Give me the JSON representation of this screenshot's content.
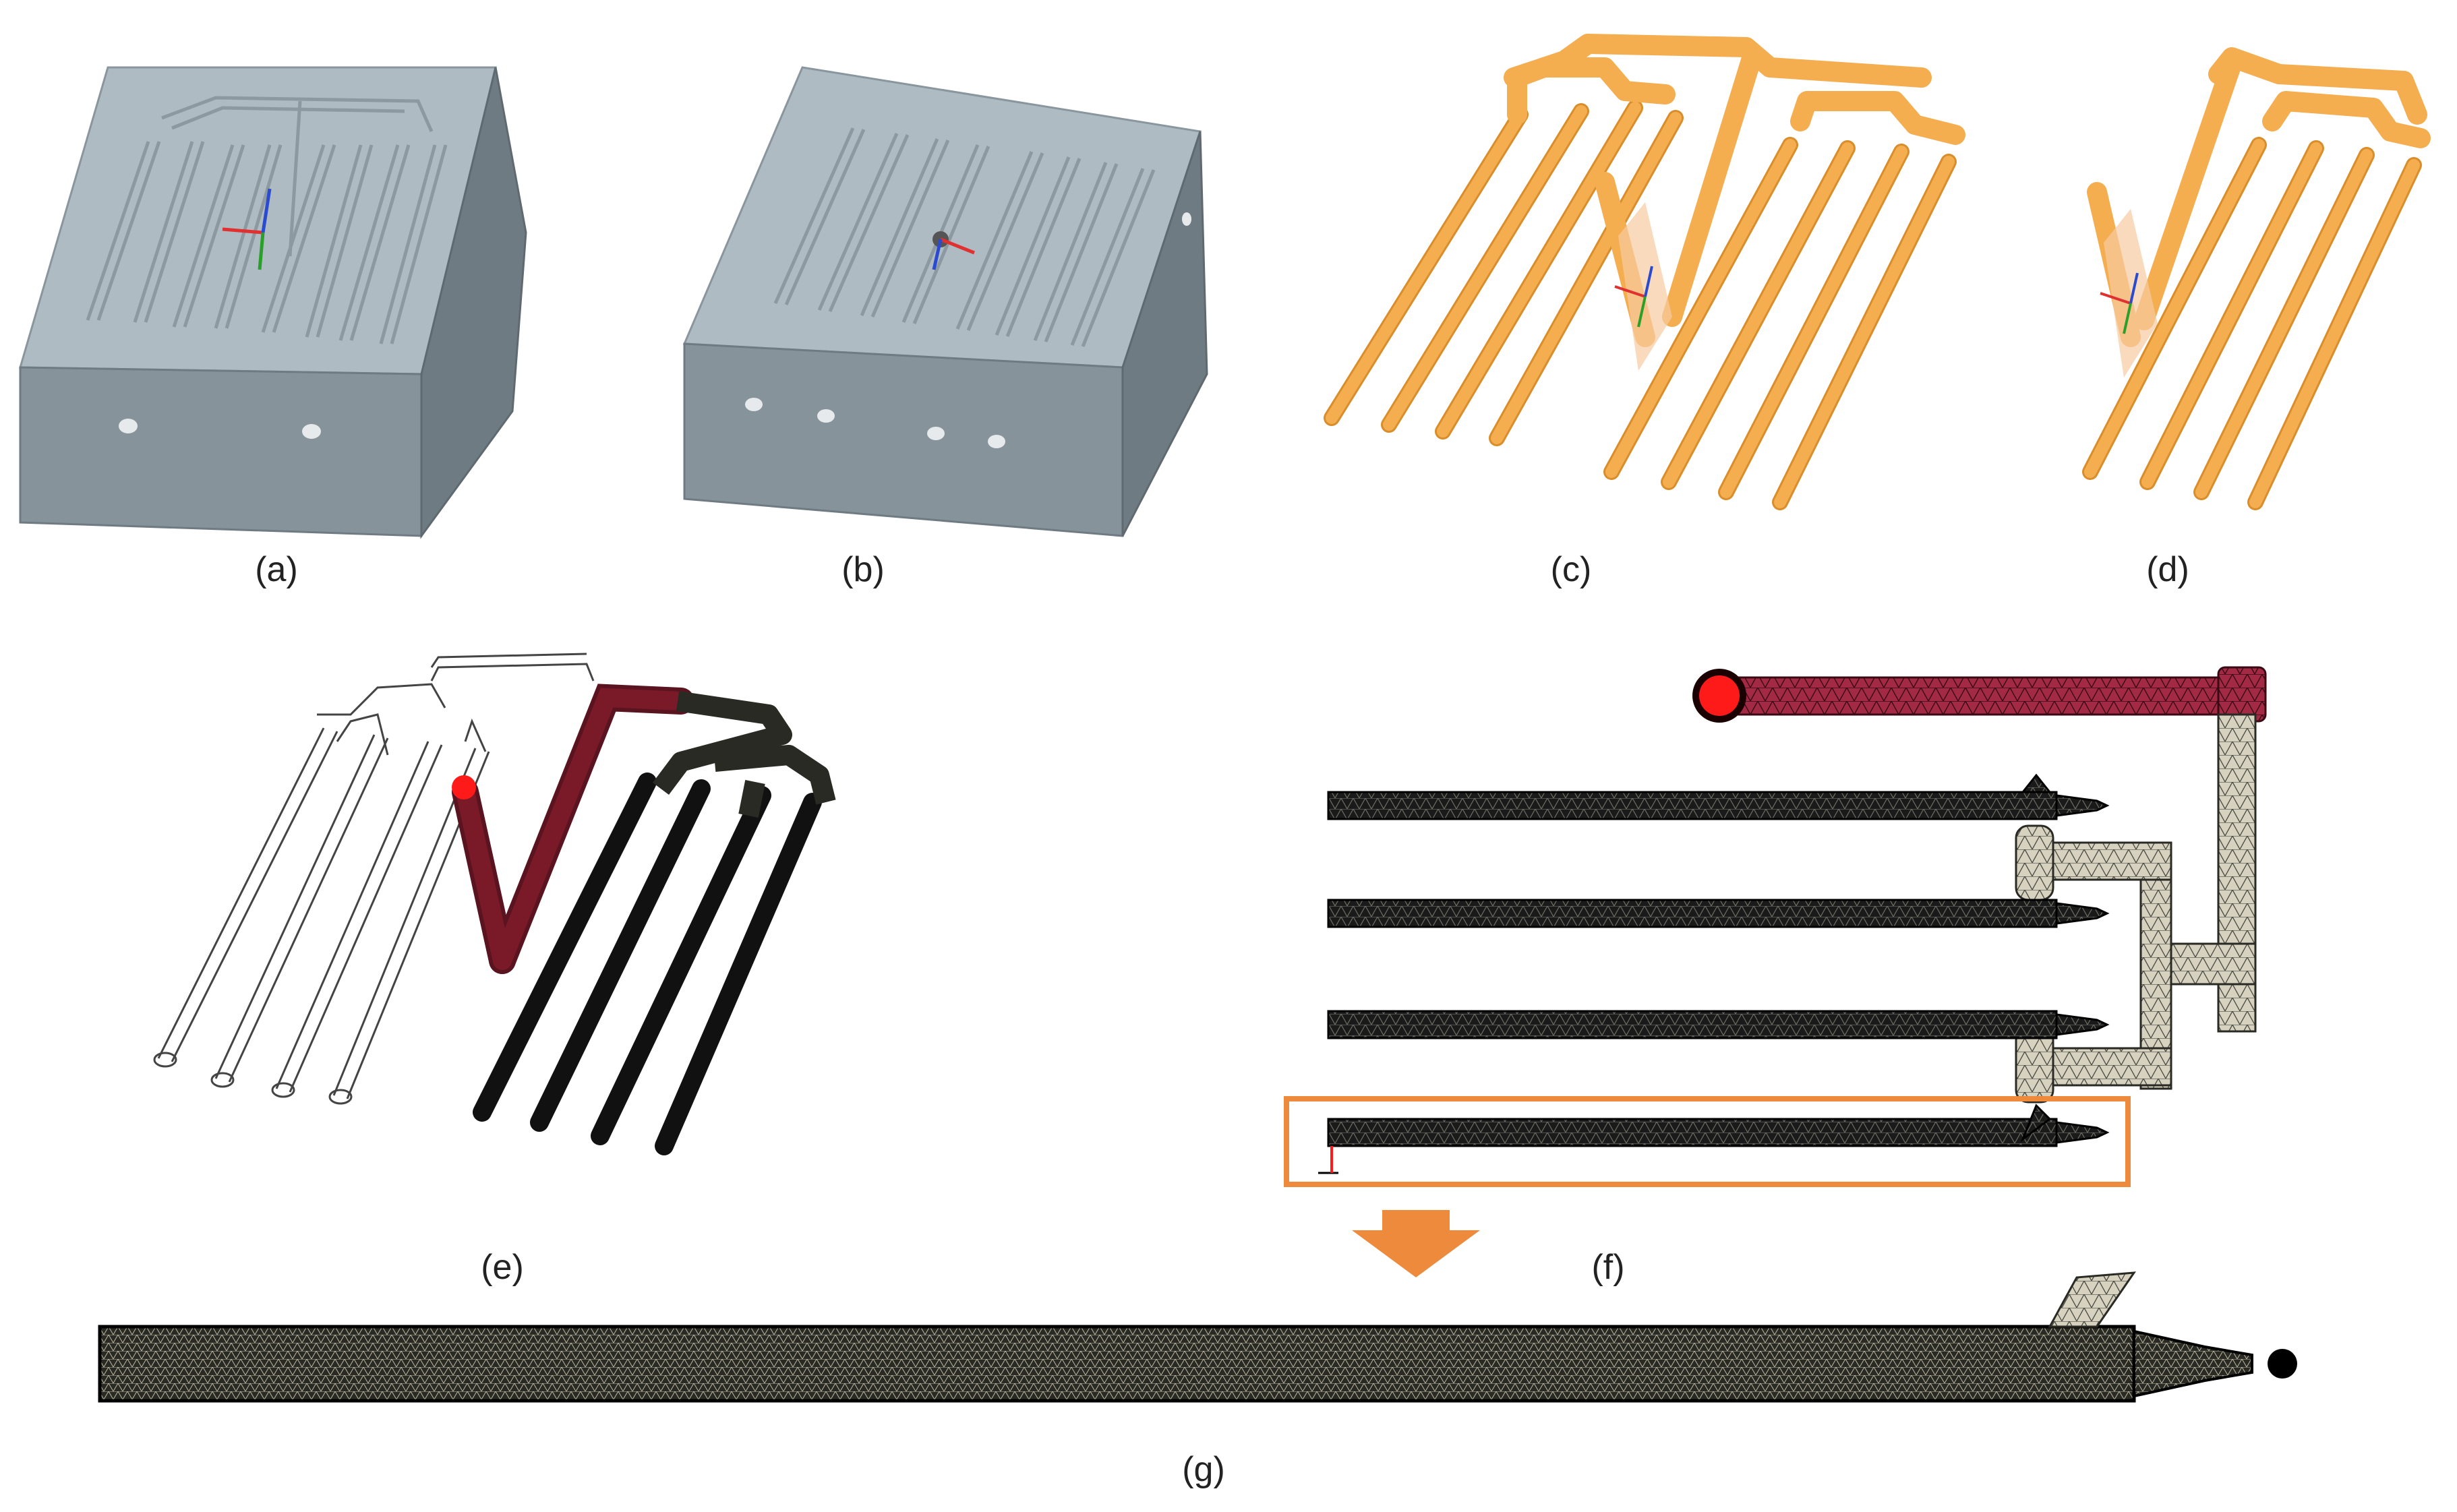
{
  "figure": {
    "panels": [
      {
        "id": "a",
        "label": "(a)",
        "content": "mold-block-upper"
      },
      {
        "id": "b",
        "label": "(b)",
        "content": "mold-block-lower"
      },
      {
        "id": "c",
        "label": "(c)",
        "content": "cooling-channels-full"
      },
      {
        "id": "d",
        "label": "(d)",
        "content": "cooling-channels-half"
      },
      {
        "id": "e",
        "label": "(e)",
        "content": "mesh-isometric"
      },
      {
        "id": "f",
        "label": "(f)",
        "content": "mesh-top-view"
      },
      {
        "id": "g",
        "label": "(g)",
        "content": "mesh-single-channel-detail"
      }
    ]
  },
  "colors": {
    "block_top": "#aebbc3",
    "block_front": "#86939b",
    "block_side": "#6f7b82",
    "channel_orange": "#f4ad4f",
    "channel_orange_dark": "#d98d2b",
    "mesh_black": "#111111",
    "mesh_red": "#7a1a28",
    "mesh_gray": "#cfcbb8",
    "highlight_orange": "#ee8a3c",
    "inlet_red": "#ff1a1a"
  }
}
